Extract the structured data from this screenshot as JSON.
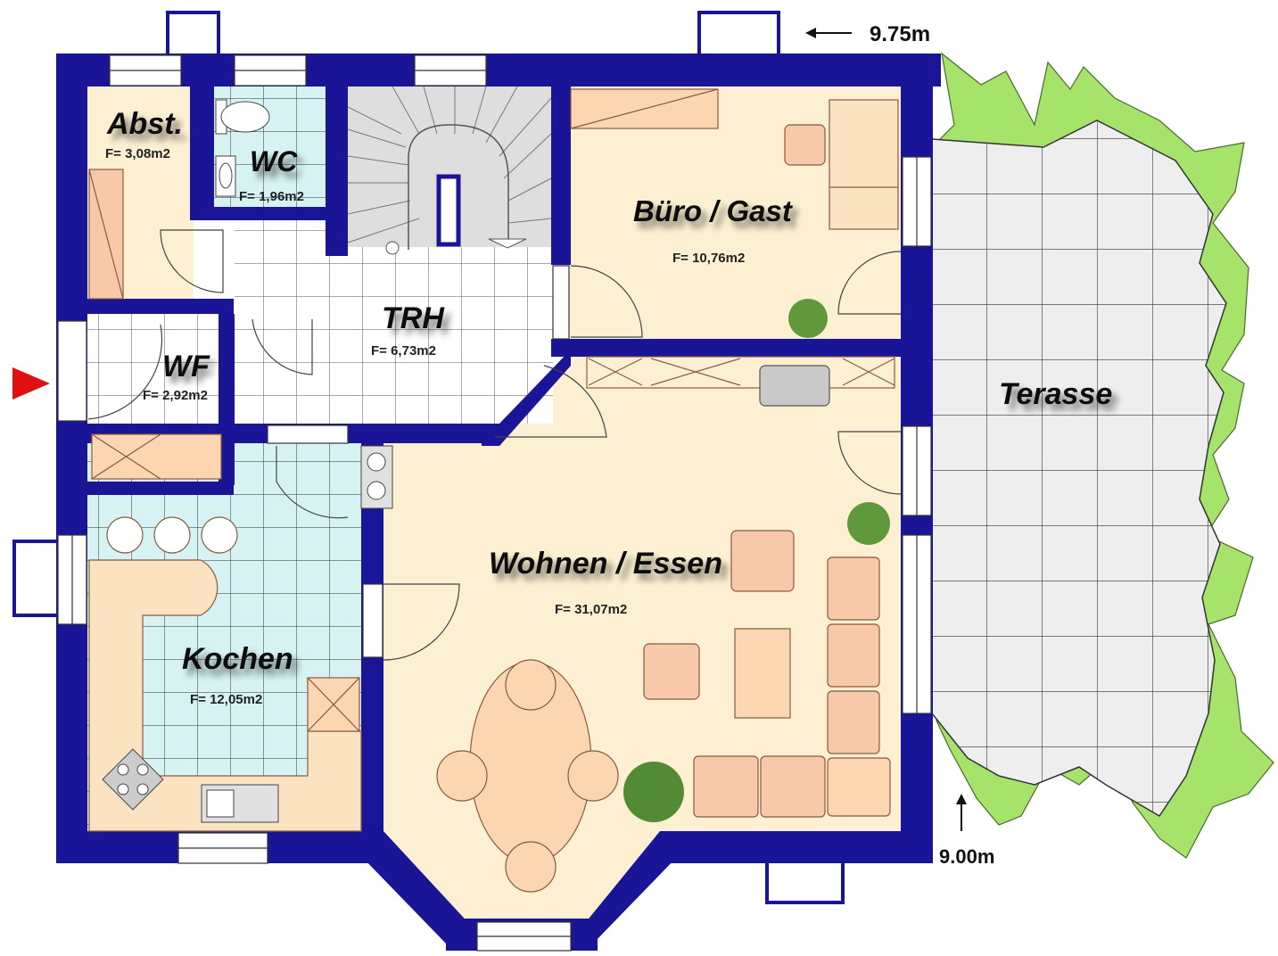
{
  "plan": {
    "dimensions": {
      "width_label": "9.75m",
      "depth_label": "9.00m"
    },
    "rooms": [
      {
        "id": "abst",
        "name": "Abst.",
        "area": "F= 3,08m2"
      },
      {
        "id": "wc",
        "name": "WC",
        "area": "F= 1,96m2"
      },
      {
        "id": "trh",
        "name": "TRH",
        "area": "F= 6,73m2"
      },
      {
        "id": "wf",
        "name": "WF",
        "area": "F= 2,92m2"
      },
      {
        "id": "buero",
        "name": "Büro / Gast",
        "area": "F= 10,76m2"
      },
      {
        "id": "wohnen",
        "name": "Wohnen / Essen",
        "area": "F= 31,07m2"
      },
      {
        "id": "kochen",
        "name": "Kochen",
        "area": "F= 12,05m2"
      },
      {
        "id": "terasse",
        "name": "Terasse",
        "area": ""
      }
    ],
    "colors": {
      "wall": "#1a1496",
      "floor_warm": "#fdf0d2",
      "tile_blue": "#d6f2f2",
      "tile_white": "#ffffff",
      "terrace": "#eeeeee",
      "garden": "#a6e36a",
      "furniture": "#f8c9a8",
      "entrance_arrow": "#e01010"
    },
    "icons": [
      "entrance-arrow-icon",
      "plant-icon",
      "stove-icon",
      "sink-icon",
      "toilet-icon"
    ]
  }
}
